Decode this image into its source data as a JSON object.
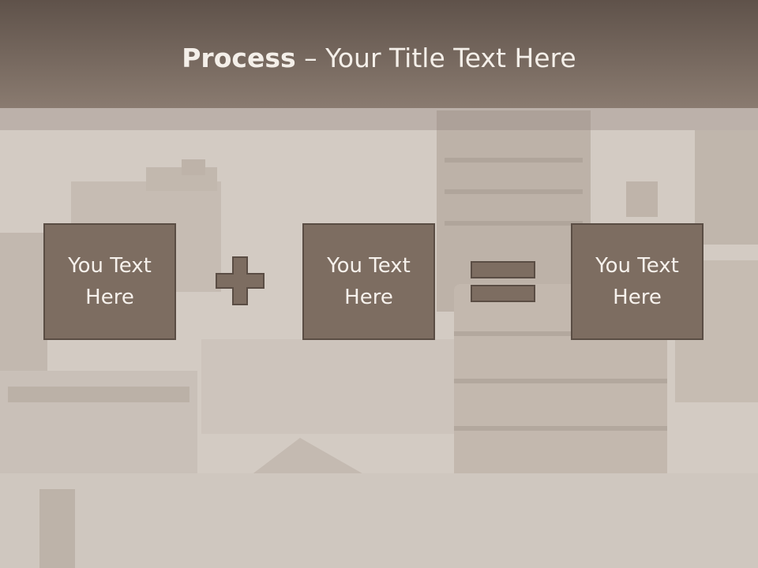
{
  "title": {
    "bold": "Process",
    "rest": " – Your Title Text Here"
  },
  "boxes": [
    {
      "text": "You Text Here"
    },
    {
      "text": "You Text Here"
    },
    {
      "text": "You Text Here"
    }
  ],
  "operators": {
    "plus": "plus-sign",
    "equals": "equals-sign"
  },
  "colors": {
    "box_fill": "#7d6d61",
    "box_border": "#5a4d44",
    "title_bar": "#7a6b60",
    "text": "#f4efe9"
  }
}
